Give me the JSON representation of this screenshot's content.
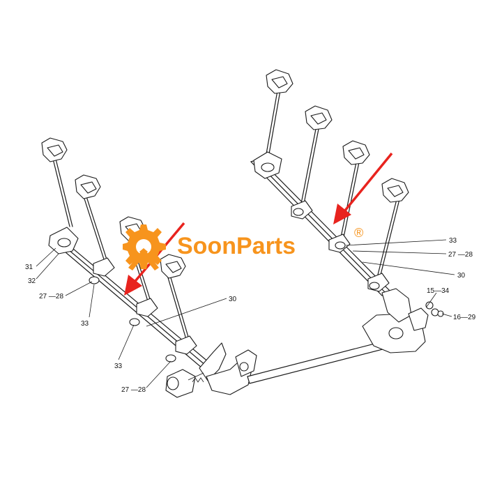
{
  "brand": {
    "name": "SoonParts",
    "registered_mark": "®",
    "color": "#f7941d"
  },
  "arrow_color": "#e8231e",
  "callouts": {
    "left_31": "31",
    "left_32": "32",
    "left_2728_a": "27 —28",
    "left_33_a": "33",
    "left_30": "30",
    "left_33_b": "33",
    "left_2728_b": "27 —28",
    "right_33": "33",
    "right_2728": "27 —28",
    "right_30": "30",
    "right_1534": "15—34",
    "right_1629": "16—29"
  },
  "icons": {
    "logo": "gear-wrench-logo-icon",
    "arrow": "red-pointer-arrow-icon"
  }
}
